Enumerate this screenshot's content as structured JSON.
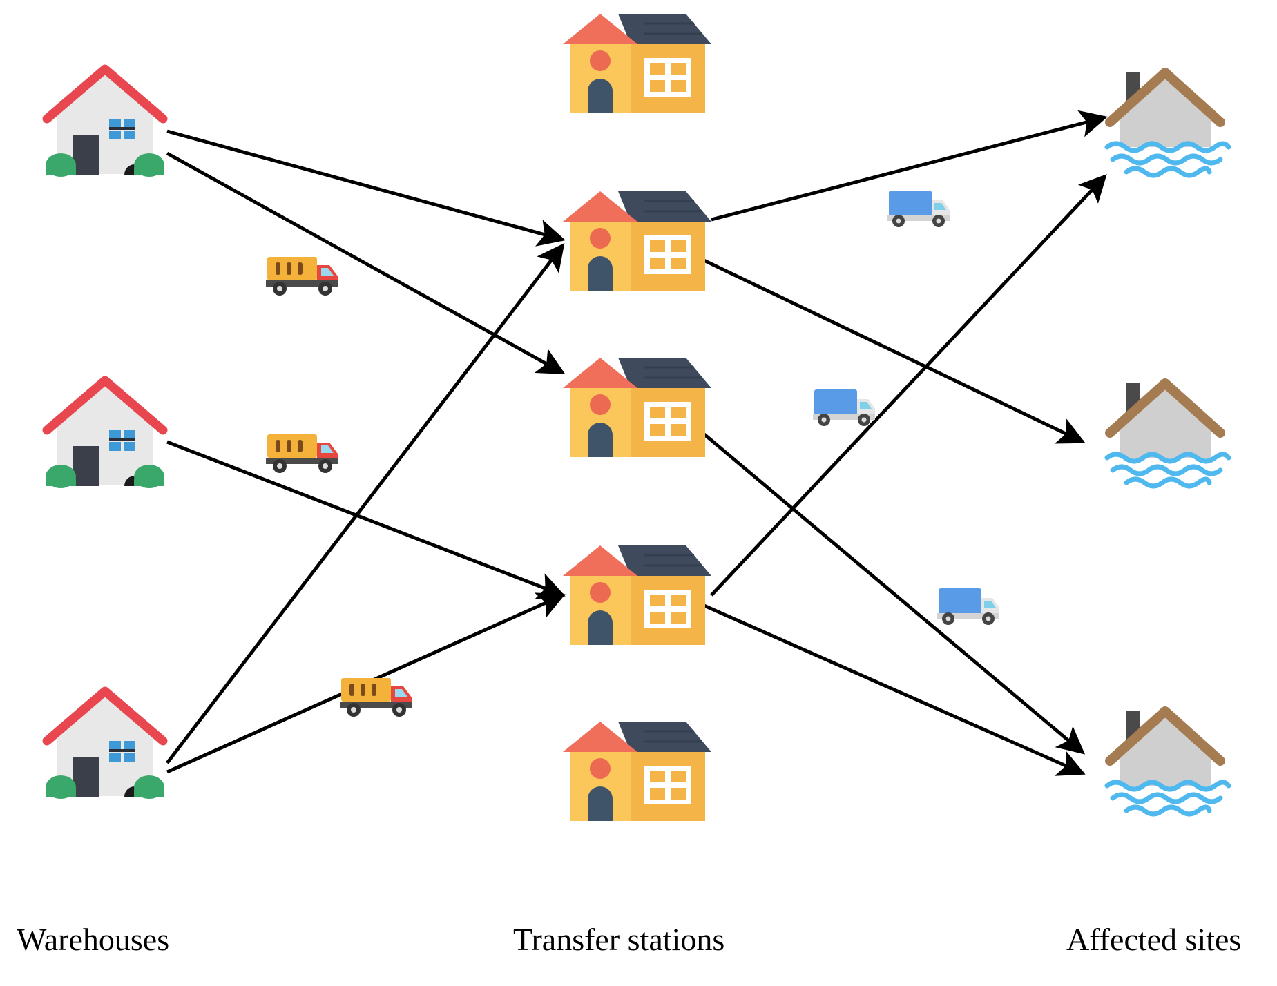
{
  "labels": {
    "warehouses": "Warehouses",
    "transfer_stations": "Transfer stations",
    "affected_sites": "Affected sites"
  },
  "icons": {
    "warehouse": "warehouse-house-icon",
    "transfer_station": "transfer-station-building-icon",
    "affected_site": "flooded-house-icon",
    "cargo_truck": "orange-cargo-truck-icon",
    "delivery_truck": "blue-delivery-truck-icon"
  },
  "nodes": {
    "warehouses": [
      "W1",
      "W2",
      "W3"
    ],
    "transfer_stations": [
      "T1",
      "T2",
      "T3",
      "T4",
      "T5"
    ],
    "affected_sites": [
      "A1",
      "A2",
      "A3"
    ]
  },
  "edges": [
    {
      "from": "W1",
      "to": "T2"
    },
    {
      "from": "W1",
      "to": "T3"
    },
    {
      "from": "W2",
      "to": "T4"
    },
    {
      "from": "W3",
      "to": "T2"
    },
    {
      "from": "W3",
      "to": "T4"
    },
    {
      "from": "T2",
      "to": "A1"
    },
    {
      "from": "T2",
      "to": "A2"
    },
    {
      "from": "T3",
      "to": "A3"
    },
    {
      "from": "T4",
      "to": "A1"
    },
    {
      "from": "T4",
      "to": "A3"
    }
  ],
  "colors": {
    "warehouse_roof": "#e8474f",
    "warehouse_wall": "#e8e8e8",
    "warehouse_door": "#3b3f4a",
    "warehouse_bush": "#3aa86b",
    "warehouse_window": "#3d9ad6",
    "station_roof_front": "#ef6f5a",
    "station_roof_back": "#3f4a5c",
    "station_wall_left": "#fbc75a",
    "station_wall_right": "#f4b447",
    "station_door": "#3f5468",
    "station_dot": "#ec6a52",
    "site_roof": "#a57b51",
    "site_wall": "#cfcfcf",
    "site_chimney": "#4a4a4a",
    "site_water": "#4fb8ee",
    "cargo_truck_body": "#f4b23b",
    "cargo_truck_cab": "#e8473f",
    "delivery_truck_box": "#5a9be8",
    "delivery_truck_cab": "#e6e6e6",
    "arrow": "#000000"
  }
}
